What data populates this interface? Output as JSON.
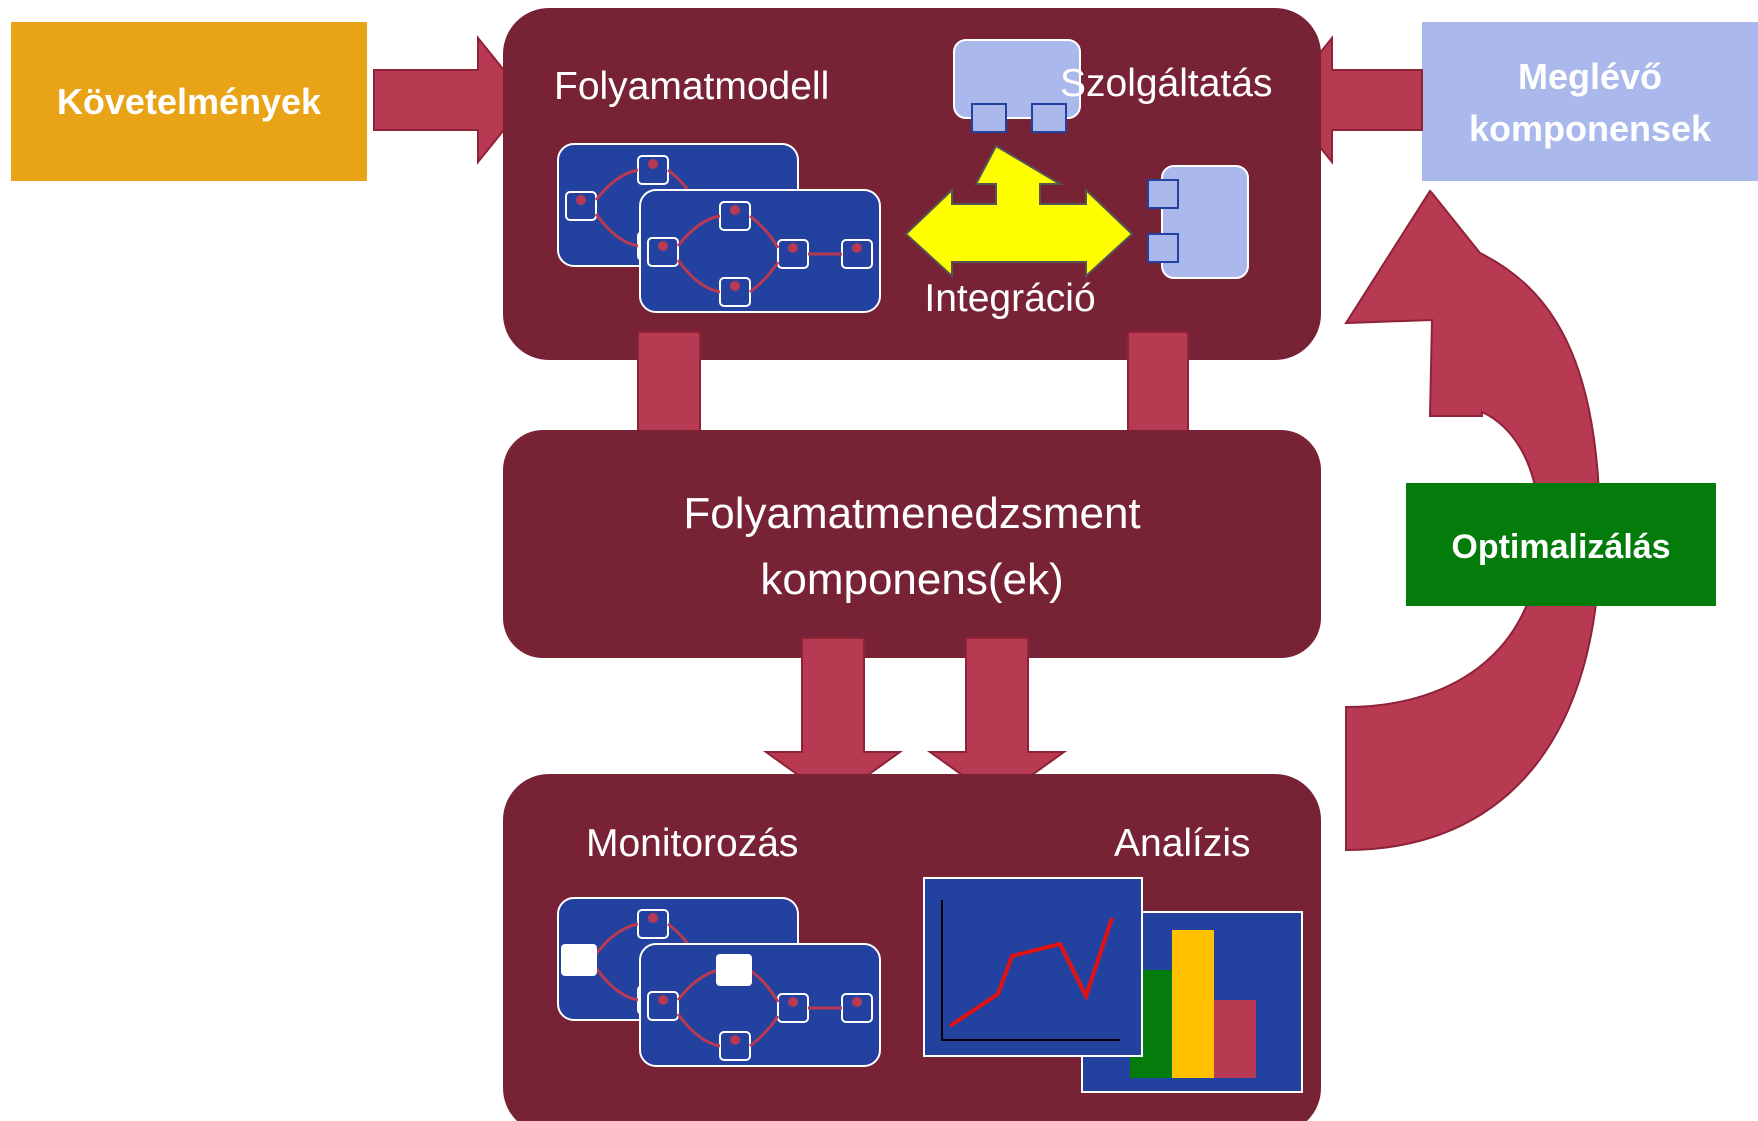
{
  "input_left": {
    "label": "Követelmények",
    "color": "#E8A317"
  },
  "input_right": {
    "line1": "Meglévő",
    "line2": "komponensek",
    "color": "#AAB8EC"
  },
  "top_panel": {
    "process_model_label": "Folyamatmodell",
    "service_label": "Szolgáltatás",
    "integration_label": "Integráció"
  },
  "middle_panel": {
    "line1": "Folyamatmenedzsment",
    "line2": "komponens(ek)"
  },
  "bottom_panel": {
    "monitoring_label": "Monitorozás",
    "analysis_label": "Analízis"
  },
  "optimization": {
    "label": "Optimalizálás",
    "color": "#037C0C"
  },
  "colors": {
    "panel": "#782236",
    "arrow": "#B83A52",
    "process_bg": "#2342A0",
    "component": "#AAB8EC",
    "integration": "#FFFF00"
  }
}
